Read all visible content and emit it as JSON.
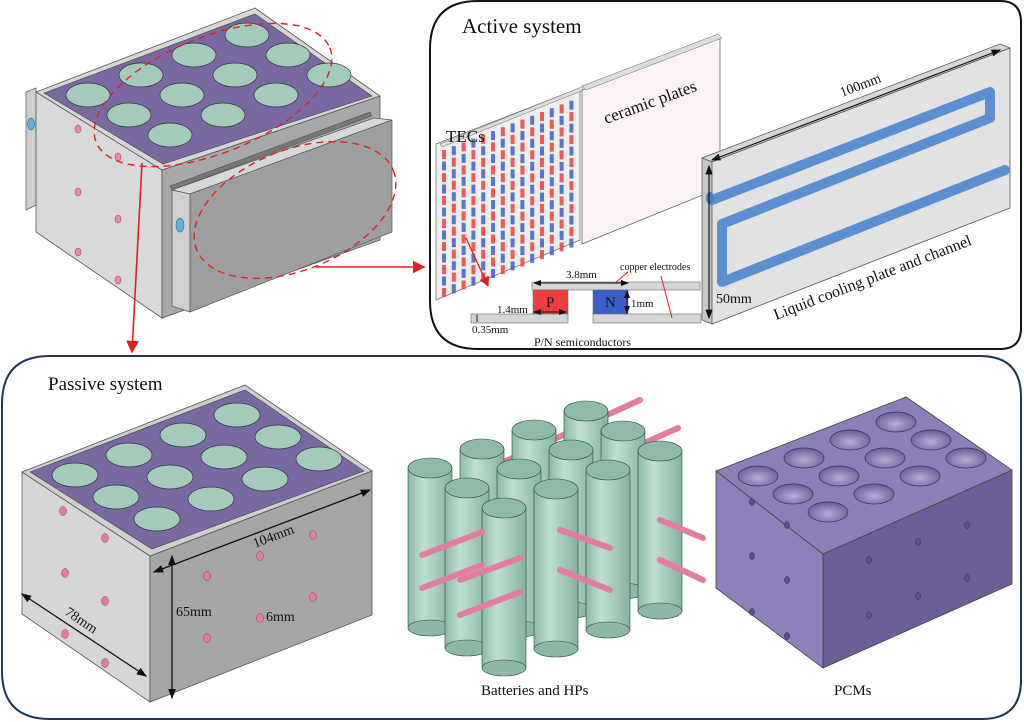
{
  "colors": {
    "purple_top": "#7a68a0",
    "battery_green": "#a3cbb9",
    "battery_green_dark": "#8dbba6",
    "shell_light": "#d9d9d9",
    "shell_dark": "#a3a3a3",
    "pin_pink": "#e37da0",
    "cooling_blue": "#5b8fd0",
    "callout_red": "#e02020",
    "p_red": "#ef3e3e",
    "n_blue": "#3a5fc8",
    "pcm_purple": "#8e80b8",
    "pcm_purple_dark": "#6d5f96",
    "panel_border_active": "#111111",
    "panel_border_passive": "#1f3550"
  },
  "active_panel": {
    "title": "Active system",
    "tecs_label": "TECs",
    "ceramic_label": "ceramic plates",
    "cooling_label": "Liquid cooling plate and channel",
    "dim_length": "100mm",
    "dim_height": "50mm",
    "semiconductor": {
      "caption": "P/N semiconductors",
      "p_label": "P",
      "n_label": "N",
      "dim_span": "3.8mm",
      "dim_width": "1.4mm",
      "dim_height": "1mm",
      "dim_electrode": "0.35mm",
      "electrode_label": "copper electrodes"
    }
  },
  "passive_panel": {
    "title": "Passive system",
    "dim_length": "104mm",
    "dim_width": "78mm",
    "dim_height": "65mm",
    "dim_hole": "6mm",
    "batteries_caption": "Batteries and HPs",
    "pcm_caption": "PCMs"
  }
}
